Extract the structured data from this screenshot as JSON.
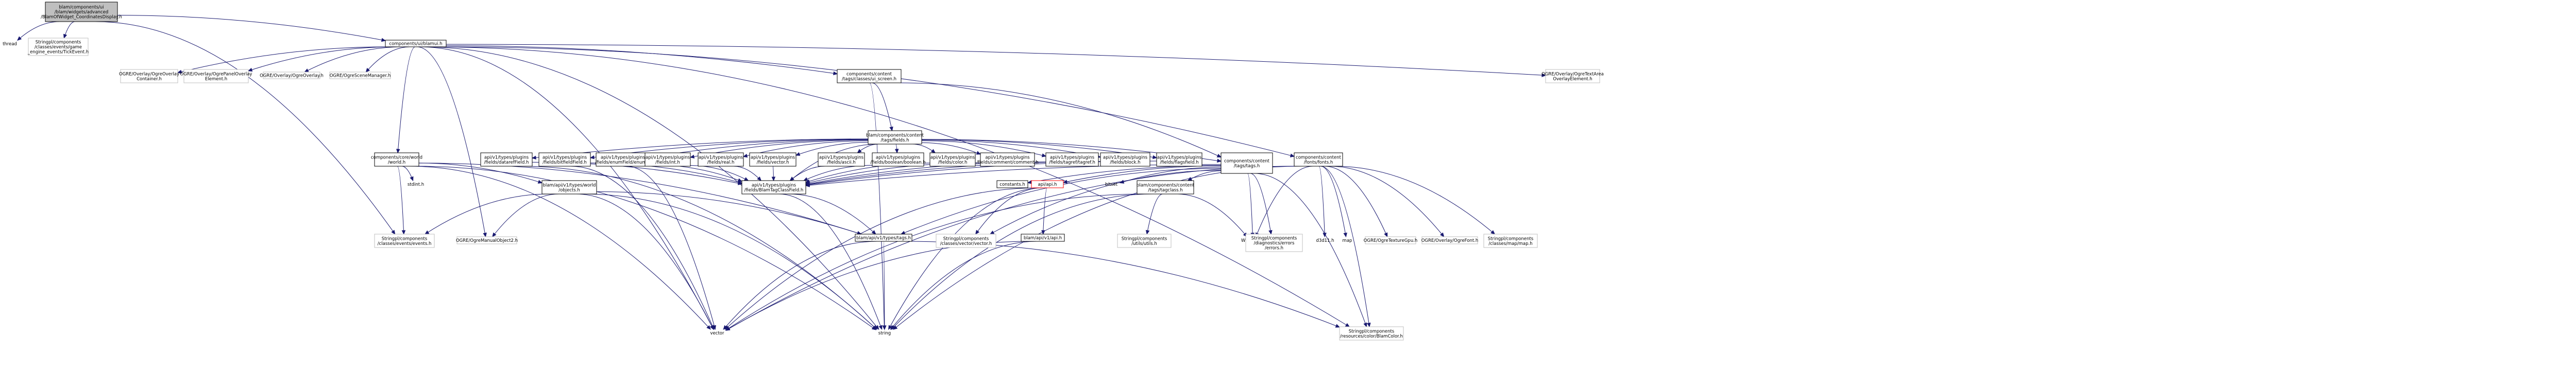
{
  "nodes": [
    {
      "id": "root",
      "label": "blam/components/ui\n/blam/widgets/advanced\n/BlamOfWidget_CoordinatesDisplay.h",
      "style": "root"
    },
    {
      "id": "thread",
      "label": "thread",
      "style": "plain"
    },
    {
      "id": "tickevent",
      "label": "Stringpl/components\n/classes/events/game\n_engine_events/TickEvent.h",
      "style": "gray"
    },
    {
      "id": "blamui",
      "label": "components/ui/blamui.h",
      "style": "lined"
    },
    {
      "id": "ogre_container",
      "label": "OGRE/Overlay/OgreOverlay\nContainer.h",
      "style": "gray"
    },
    {
      "id": "ogre_panel",
      "label": "OGRE/Overlay/OgrePanelOverlay\nElement.h",
      "style": "gray"
    },
    {
      "id": "ogre_overlay",
      "label": "OGRE/Overlay/OgreOverlay.h",
      "style": "gray"
    },
    {
      "id": "ogre_scene",
      "label": "OGRE/OgreSceneManager.h",
      "style": "gray"
    },
    {
      "id": "ui_screen",
      "label": "components/content\n/tags/classes/ui_screen.h",
      "style": "lined"
    },
    {
      "id": "ogre_textarea",
      "label": "OGRE/Overlay/OgreTextArea\nOverlayElement.h",
      "style": "gray"
    },
    {
      "id": "fields",
      "label": "blam/components/content\n/tags/fields.h",
      "style": "lined"
    },
    {
      "id": "world",
      "label": "components/core/world\n/world.h",
      "style": "lined"
    },
    {
      "id": "dataref",
      "label": "api/v1/types/plugins\n/fields/datarefField.h",
      "style": "lined"
    },
    {
      "id": "bitfield",
      "label": "api/v1/types/plugins\n/fields/bitfieldField.h",
      "style": "lined"
    },
    {
      "id": "enum",
      "label": "api/v1/types/plugins\n/fields/enumField/enum.h",
      "style": "lined"
    },
    {
      "id": "int",
      "label": "api/v1/types/plugins\n/fields/int.h",
      "style": "lined"
    },
    {
      "id": "real",
      "label": "api/v1/types/plugins\n/fields/real.h",
      "style": "lined"
    },
    {
      "id": "vector",
      "label": "api/v1/types/plugins\n/fields/vector.h",
      "style": "lined"
    },
    {
      "id": "ascii",
      "label": "api/v1/types/plugins\n/fields/ascii.h",
      "style": "lined"
    },
    {
      "id": "boolean",
      "label": "api/v1/types/plugins\n/fields/boolean/boolean.h",
      "style": "lined"
    },
    {
      "id": "color",
      "label": "api/v1/types/plugins\n/fields/color.h",
      "style": "lined"
    },
    {
      "id": "comment",
      "label": "api/v1/types/plugins\n/fields/comment/comment.h",
      "style": "lined"
    },
    {
      "id": "tagref",
      "label": "api/v1/types/plugins\n/fields/tagref/tagref.h",
      "style": "lined"
    },
    {
      "id": "block",
      "label": "api/v1/types/plugins\n/fields/block.h",
      "style": "lined"
    },
    {
      "id": "flagsfield",
      "label": "api/v1/types/plugins\n/fields/flagsfield.h",
      "style": "lined"
    },
    {
      "id": "tags_h",
      "label": "components/content\n/tags/tags.h",
      "style": "lined"
    },
    {
      "id": "fonts",
      "label": "components/content\n/fonts/fonts.h",
      "style": "lined"
    },
    {
      "id": "stdint",
      "label": "stdint.h",
      "style": "plain"
    },
    {
      "id": "objects",
      "label": "blam/api/v1/types/world\n/objects.h",
      "style": "lined"
    },
    {
      "id": "blamtagclass",
      "label": "api/v1/types/plugins\n/fields/BlamTagClassField.h",
      "style": "lined"
    },
    {
      "id": "constants",
      "label": "constants.h",
      "style": "lined"
    },
    {
      "id": "apiorp",
      "label": "api/api.h",
      "style": "red"
    },
    {
      "id": "bitset",
      "label": "bitset",
      "style": "plain"
    },
    {
      "id": "tagclass",
      "label": "blam/components/content\n/tags/tagclass.h",
      "style": "lined"
    },
    {
      "id": "events",
      "label": "Stringpl/components\n/classes/events/events.h",
      "style": "gray"
    },
    {
      "id": "ogremanual",
      "label": "OGRE/OgreManualObject2.h",
      "style": "gray"
    },
    {
      "id": "blamtypes",
      "label": "blam/api/v1/types/tags.h",
      "style": "lined"
    },
    {
      "id": "vector3",
      "label": "Stringpl/components\n/classes/vector/vector.h",
      "style": "gray"
    },
    {
      "id": "windows",
      "label": "Windows.h",
      "style": "plain"
    },
    {
      "id": "utils",
      "label": "Stringpl/components\n/utils/utils.h",
      "style": "gray"
    },
    {
      "id": "apiv1",
      "label": "blam/api/v1/api.h",
      "style": "lined"
    },
    {
      "id": "diagerr",
      "label": "Stringpl/components\n/diagnostics/errors\n/errors.h",
      "style": "gray"
    },
    {
      "id": "d3d11",
      "label": "d3d11.h",
      "style": "plain"
    },
    {
      "id": "map",
      "label": "map",
      "style": "plain"
    },
    {
      "id": "texgpu",
      "label": "OGRE/OgreTextureGpu.h",
      "style": "gray"
    },
    {
      "id": "ogrefont",
      "label": "OGRE/Overlay/OgreFont.h",
      "style": "gray"
    },
    {
      "id": "mapmap",
      "label": "Stringpl/components\n/classes/map/map.h",
      "style": "gray"
    },
    {
      "id": "vectorlib",
      "label": "vector",
      "style": "plain"
    },
    {
      "id": "stringlib",
      "label": "string",
      "style": "plain"
    },
    {
      "id": "blamcolor",
      "label": "Stringpl/components\n/resources/color/BlamColor.h",
      "style": "gray"
    }
  ],
  "edges": [
    [
      "root",
      "thread"
    ],
    [
      "root",
      "tickevent"
    ],
    [
      "root",
      "blamui"
    ],
    [
      "root",
      "events"
    ],
    [
      "blamui",
      "ogre_container"
    ],
    [
      "blamui",
      "ogre_panel"
    ],
    [
      "blamui",
      "ogre_overlay"
    ],
    [
      "blamui",
      "ogre_scene"
    ],
    [
      "blamui",
      "ui_screen"
    ],
    [
      "blamui",
      "ogre_textarea"
    ],
    [
      "blamui",
      "world"
    ],
    [
      "blamui",
      "fonts"
    ],
    [
      "blamui",
      "ogremanual"
    ],
    [
      "blamui",
      "vectorlib"
    ],
    [
      "blamui",
      "stringlib"
    ],
    [
      "blamui",
      "blamcolor"
    ],
    [
      "ui_screen",
      "fields"
    ],
    [
      "ui_screen",
      "tags_h"
    ],
    [
      "ui_screen",
      "stringlib"
    ],
    [
      "fields",
      "dataref"
    ],
    [
      "fields",
      "bitfield"
    ],
    [
      "fields",
      "enum"
    ],
    [
      "fields",
      "int"
    ],
    [
      "fields",
      "real"
    ],
    [
      "fields",
      "vector"
    ],
    [
      "fields",
      "ascii"
    ],
    [
      "fields",
      "boolean"
    ],
    [
      "fields",
      "color"
    ],
    [
      "fields",
      "comment"
    ],
    [
      "fields",
      "tagref"
    ],
    [
      "fields",
      "block"
    ],
    [
      "fields",
      "flagsfield"
    ],
    [
      "fields",
      "tags_h"
    ],
    [
      "fields",
      "blamtagclass"
    ],
    [
      "world",
      "stdint"
    ],
    [
      "world",
      "objects"
    ],
    [
      "world",
      "events"
    ],
    [
      "world",
      "vectorlib"
    ],
    [
      "world",
      "stringlib"
    ],
    [
      "world",
      "blamtypes"
    ],
    [
      "dataref",
      "blamtagclass"
    ],
    [
      "bitfield",
      "blamtagclass"
    ],
    [
      "enum",
      "blamtagclass"
    ],
    [
      "int",
      "blamtagclass"
    ],
    [
      "real",
      "blamtagclass"
    ],
    [
      "vector",
      "blamtagclass"
    ],
    [
      "ascii",
      "blamtagclass"
    ],
    [
      "boolean",
      "blamtagclass"
    ],
    [
      "color",
      "blamtagclass"
    ],
    [
      "comment",
      "blamtagclass"
    ],
    [
      "tagref",
      "blamtagclass"
    ],
    [
      "block",
      "blamtagclass"
    ],
    [
      "flagsfield",
      "blamtagclass"
    ],
    [
      "bitfield",
      "vectorlib"
    ],
    [
      "enum",
      "vectorlib"
    ],
    [
      "dataref",
      "stringlib"
    ],
    [
      "tags_h",
      "constants"
    ],
    [
      "tags_h",
      "apiorp"
    ],
    [
      "tags_h",
      "bitset"
    ],
    [
      "tags_h",
      "tagclass"
    ],
    [
      "tags_h",
      "blamtypes"
    ],
    [
      "tags_h",
      "vector3"
    ],
    [
      "tags_h",
      "windows"
    ],
    [
      "tags_h",
      "diagerr"
    ],
    [
      "tags_h",
      "blamcolor"
    ],
    [
      "tags_h",
      "blamtagclass"
    ],
    [
      "fonts",
      "windows"
    ],
    [
      "fonts",
      "d3d11"
    ],
    [
      "fonts",
      "map"
    ],
    [
      "fonts",
      "texgpu"
    ],
    [
      "fonts",
      "ogrefont"
    ],
    [
      "fonts",
      "mapmap"
    ],
    [
      "fonts",
      "vectorlib"
    ],
    [
      "fonts",
      "stringlib"
    ],
    [
      "fonts",
      "blamcolor"
    ],
    [
      "objects",
      "events"
    ],
    [
      "objects",
      "ogremanual"
    ],
    [
      "objects",
      "blamtypes"
    ],
    [
      "objects",
      "vectorlib"
    ],
    [
      "objects",
      "stringlib"
    ],
    [
      "blamtagclass",
      "blamtypes"
    ],
    [
      "blamtagclass",
      "stringlib"
    ],
    [
      "apiorp",
      "apiv1"
    ],
    [
      "apiorp",
      "vector3"
    ],
    [
      "apiorp",
      "stringlib"
    ],
    [
      "apiorp",
      "vectorlib"
    ],
    [
      "tagclass",
      "windows"
    ],
    [
      "tagclass",
      "utils"
    ],
    [
      "tagclass",
      "stringlib"
    ],
    [
      "tagclass",
      "vectorlib"
    ],
    [
      "blamtypes",
      "vectorlib"
    ],
    [
      "blamtypes",
      "stringlib"
    ],
    [
      "blamtypes",
      "blamcolor"
    ],
    [
      "apiv1",
      "vectorlib"
    ],
    [
      "apiv1",
      "stringlib"
    ]
  ]
}
